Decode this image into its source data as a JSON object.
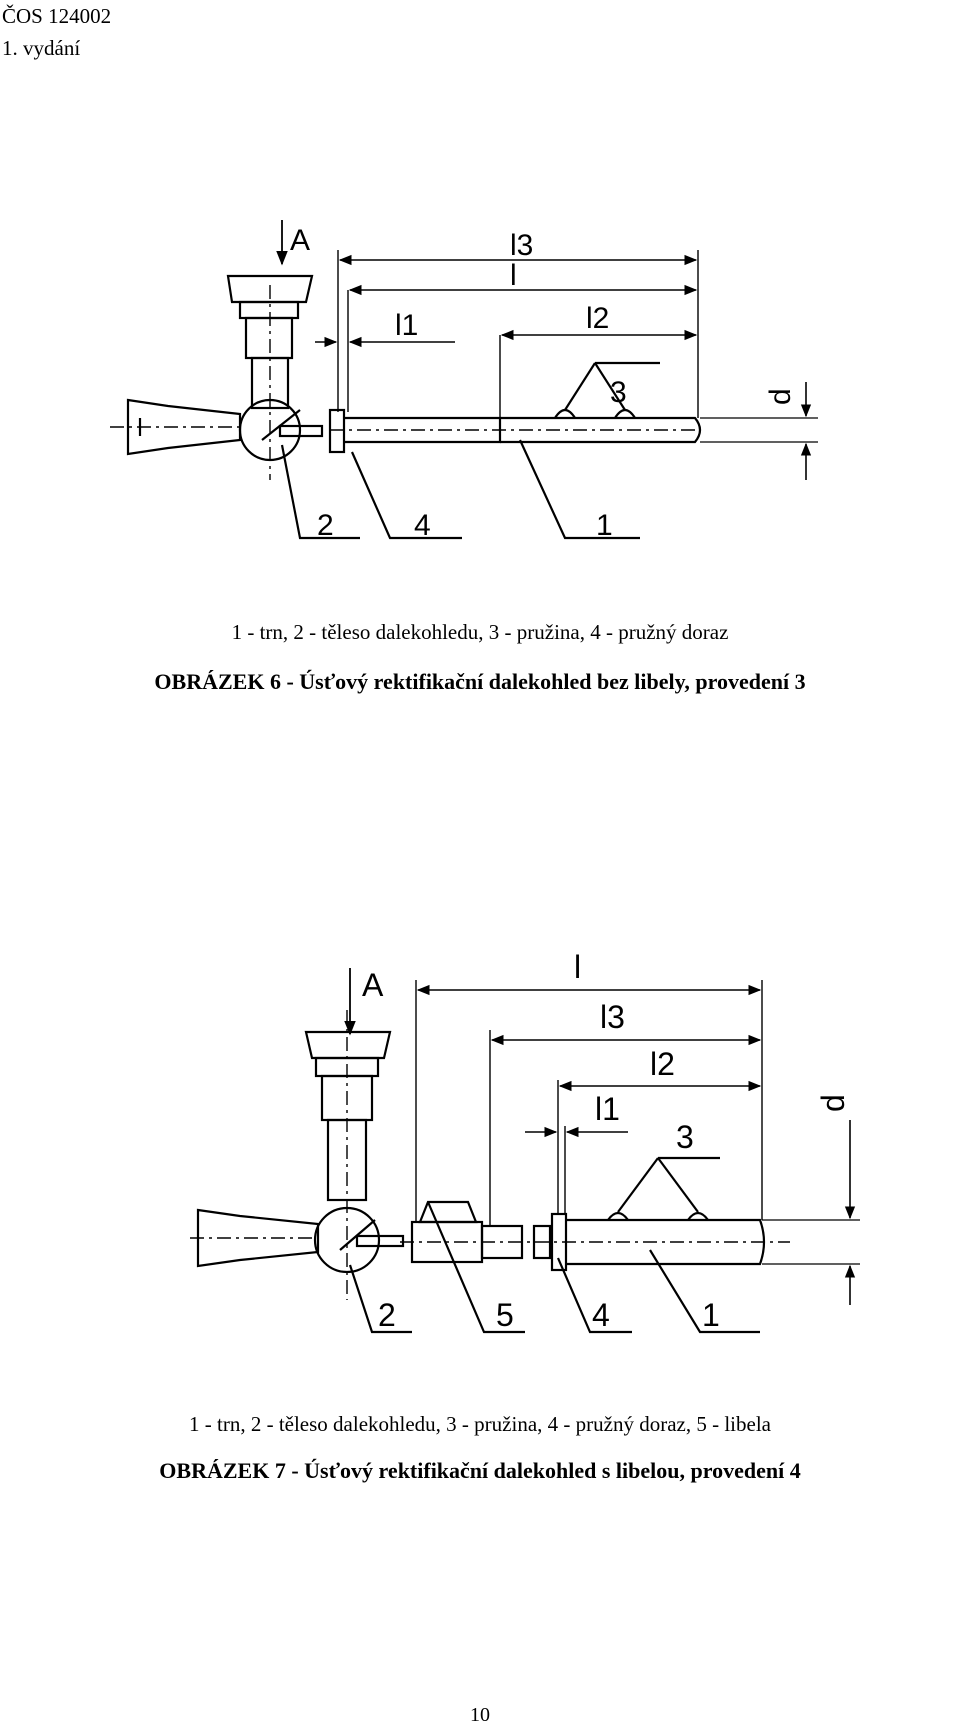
{
  "header": {
    "doc_id": "ČOS 124002",
    "edition": "1. vydání"
  },
  "figure6": {
    "labels": {
      "view_arrow": "A",
      "dim_l3": "l3",
      "dim_l": "l",
      "dim_l1": "l1",
      "dim_l2": "l2",
      "dim_d": "d",
      "part_3": "3",
      "part_2": "2",
      "part_4": "4",
      "part_1": "1"
    },
    "legend": "1 - trn, 2 - těleso dalekohledu, 3 - pružina, 4 - pružný doraz",
    "title": "OBRÁZEK 6 - Úsťový rektifikační dalekohled bez libely, provedení 3"
  },
  "figure7": {
    "labels": {
      "view_arrow": "A",
      "dim_l": "l",
      "dim_l3": "l3",
      "dim_l2": "l2",
      "dim_l1": "l1",
      "dim_d": "d",
      "part_3": "3",
      "part_2": "2",
      "part_5": "5",
      "part_4": "4",
      "part_1": "1"
    },
    "legend": "1 - trn, 2 - těleso dalekohledu, 3 - pružina, 4 - pružný doraz, 5 - libela",
    "title": "OBRÁZEK 7 - Úsťový rektifikační dalekohled s libelou, provedení 4"
  },
  "footer": {
    "page_number": "10"
  }
}
